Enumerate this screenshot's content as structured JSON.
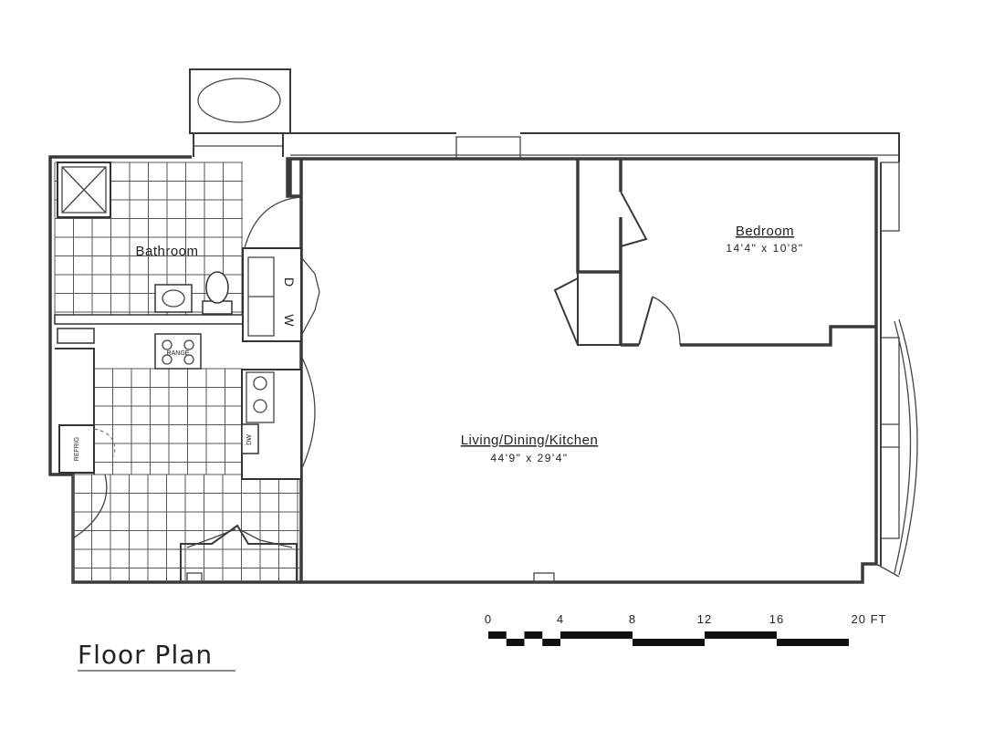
{
  "title": "Floor Plan",
  "rooms": {
    "bathroom": {
      "name": "Bathroom"
    },
    "bedroom": {
      "name": "Bedroom",
      "dims": "14'4\" x 10'8\""
    },
    "living": {
      "name": "Living/Dining/Kitchen",
      "dims": "44'9\" x 29'4\""
    }
  },
  "appliances": {
    "washer": "W",
    "dryer": "D",
    "range": "RANGE",
    "fridge": "REFRIG",
    "dishwasher": "DW"
  },
  "scale": {
    "ticks": [
      "0",
      "4",
      "8",
      "12",
      "16",
      "20 FT"
    ],
    "unit": "FT"
  },
  "colors": {
    "line": "#3a3a3a",
    "background": "#ffffff"
  }
}
